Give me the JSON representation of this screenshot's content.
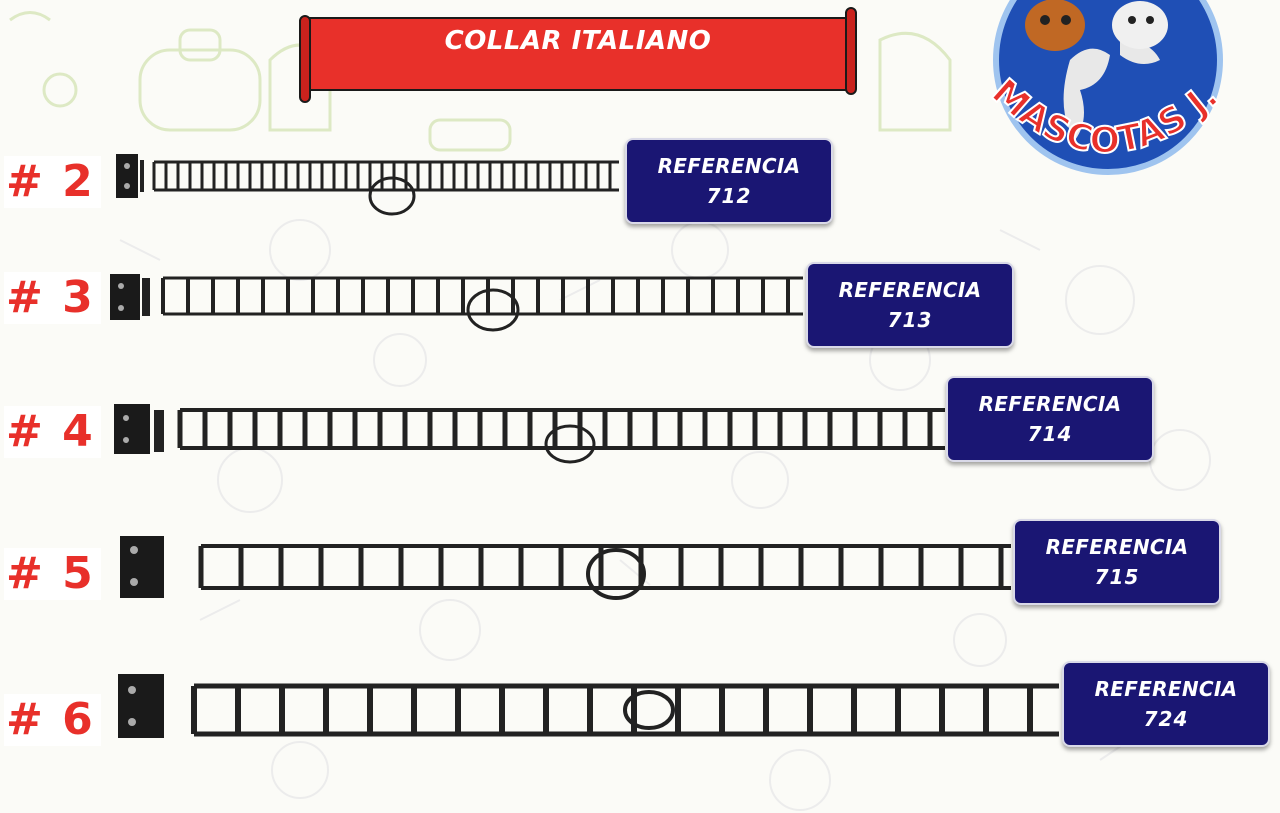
{
  "title": "COLLAR ITALIANO",
  "brand": "MASCOTAS J. M",
  "colors": {
    "banner": "#e8302a",
    "reference_box": "#1a1673",
    "size_label": "#e8302a"
  },
  "products": [
    {
      "size": "# 2",
      "reference_label": "REFERENCIA",
      "reference_number": "712"
    },
    {
      "size": "# 3",
      "reference_label": "REFERENCIA",
      "reference_number": "713"
    },
    {
      "size": "# 4",
      "reference_label": "REFERENCIA",
      "reference_number": "714"
    },
    {
      "size": "# 5",
      "reference_label": "REFERENCIA",
      "reference_number": "715"
    },
    {
      "size": "# 6",
      "reference_label": "REFERENCIA",
      "reference_number": "724"
    }
  ]
}
